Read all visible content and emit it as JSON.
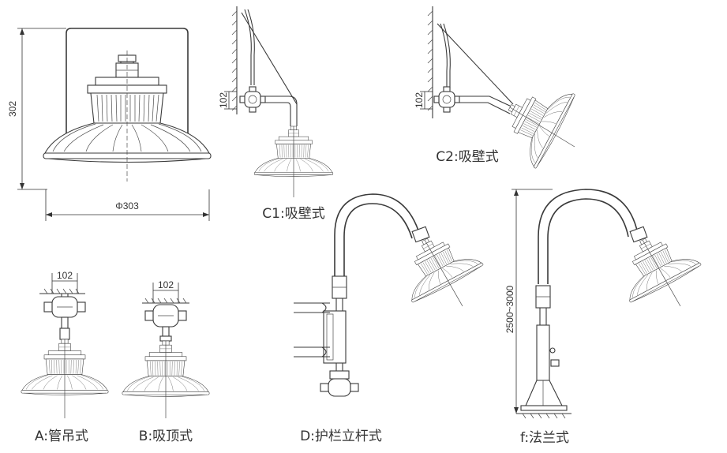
{
  "labels": {
    "c1": "C1:吸壁式",
    "c2": "C2:吸壁式",
    "a": "A:管吊式",
    "b": "B:吸顶式",
    "d": "D:护栏立杆式",
    "f": "f:法兰式"
  },
  "dimensions": {
    "height": "302",
    "diameter": "Φ303",
    "c1_box": "102",
    "c2_box": "102",
    "a_box": "102",
    "b_box": "102",
    "pole_height": "2500~3000"
  }
}
